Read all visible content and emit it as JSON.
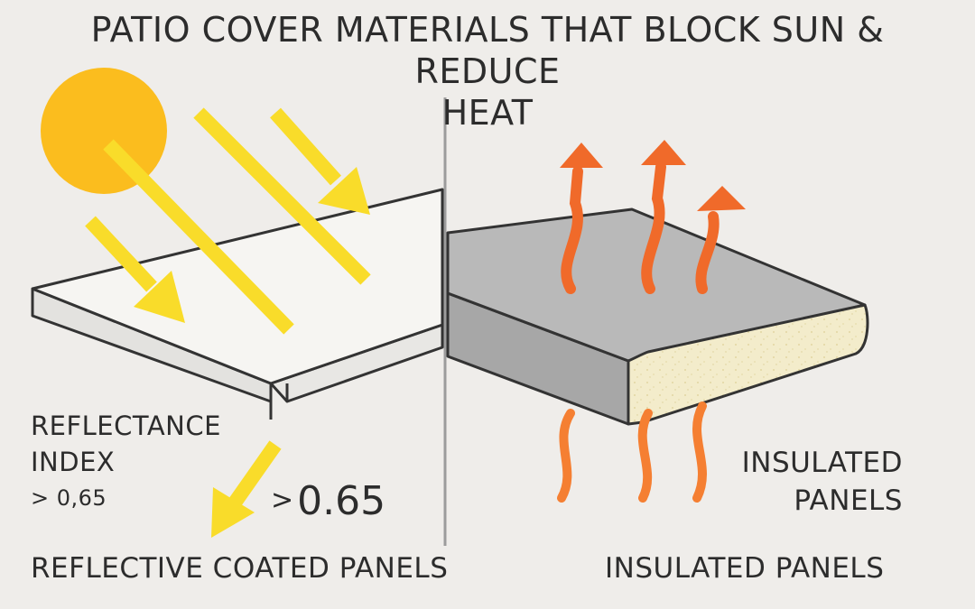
{
  "title": {
    "line1": "PATIO COVER MATERIALS THAT BLOCK SUN & REDUCE",
    "line2": "HEAT"
  },
  "left_panel": {
    "label_line1": "REFLECTANCE",
    "label_line2": "INDEX",
    "label_value": "> 0,65",
    "big_value_symbol": ">",
    "big_value_number": "0.65",
    "caption": "REFLECTIVE COATED PANELS",
    "colors": {
      "sun": "#fbbd1e",
      "rays": "#f9dc2a",
      "panel_top": "#f6f5f2",
      "panel_edge": "#e3e2df"
    }
  },
  "right_panel": {
    "side_label_line1": "INSULATED",
    "side_label_line2": "PANELS",
    "caption": "INSULATED PANELS",
    "colors": {
      "panel_top": "#b9b9b9",
      "panel_side": "#a7a7a7",
      "foam": "#f3eccb",
      "heat_arrows": "#f06a2a"
    }
  },
  "divider_color": "#9c9c9c"
}
